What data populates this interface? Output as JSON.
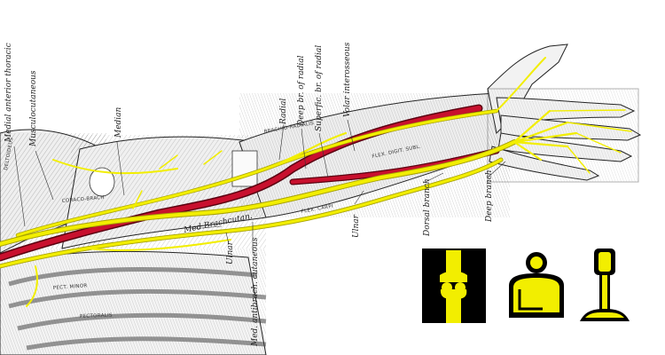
{
  "figure": {
    "colors": {
      "nerve": "#f2ee00",
      "nerve_edge": "#a8a200",
      "artery": "#c8102e",
      "ink": "#1a1a1a",
      "paper": "#ffffff"
    },
    "labels": {
      "medial_anterior_thoracic": "Medial anterior thoracic",
      "musculocutaneous": "Musculocutaneous",
      "median": "Median",
      "radial": "Radial",
      "deep_br_radial": "Deep br. of radial",
      "superfic_br_radial": "Superfic. br. of radial",
      "volar_interosseous": "Volar interosseous",
      "ulnar_forearm": "Ulnar",
      "dorsal_branch": "Dorsal branch",
      "deep_branch": "Deep branch",
      "med_brachcutan": "Med.Brachcutan.",
      "ulnar_arm": "Ulnar",
      "med_antibrach_cutaneous": "Med. antibrach. cutaneous"
    },
    "muscles": {
      "deltoideus": "DELTOIDEUS",
      "coraco_brach": "CORACO-BRACH",
      "brachio_radialis": "BRACHIO-RADIALIS",
      "pect_minor": "PECT. MINOR",
      "pectoralis": "PECTORALIS",
      "flex_carpi": "FLEX. CARPI",
      "flex_digit": "FLEX. DIGIT. SUBL."
    }
  },
  "icons": [
    "bone-joint-icon",
    "person-arm-icon",
    "traffic-post-icon"
  ]
}
